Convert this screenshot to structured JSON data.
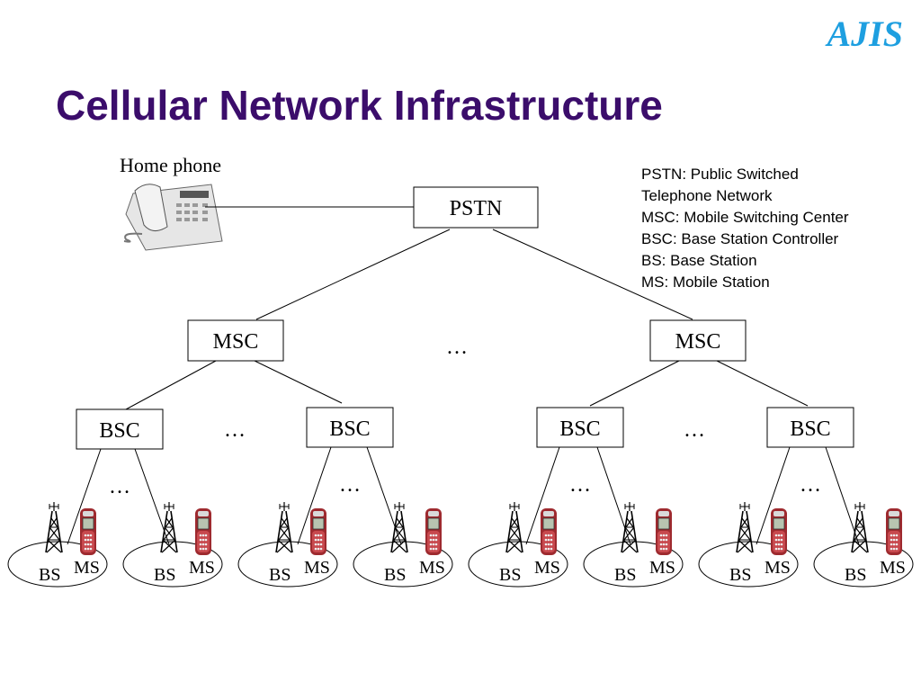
{
  "logo": "AJIS",
  "title": "Cellular Network Infrastructure",
  "home_phone_label": "Home phone",
  "legend": [
    "PSTN: Public Switched",
    "Telephone Network",
    "MSC: Mobile Switching Center",
    "BSC: Base Station Controller",
    "BS: Base Station",
    "MS: Mobile Station"
  ],
  "nodes": {
    "pstn": "PSTN",
    "msc": "MSC",
    "bsc": "BSC",
    "bs": "BS",
    "ms": "MS",
    "ellipsis": "…"
  }
}
